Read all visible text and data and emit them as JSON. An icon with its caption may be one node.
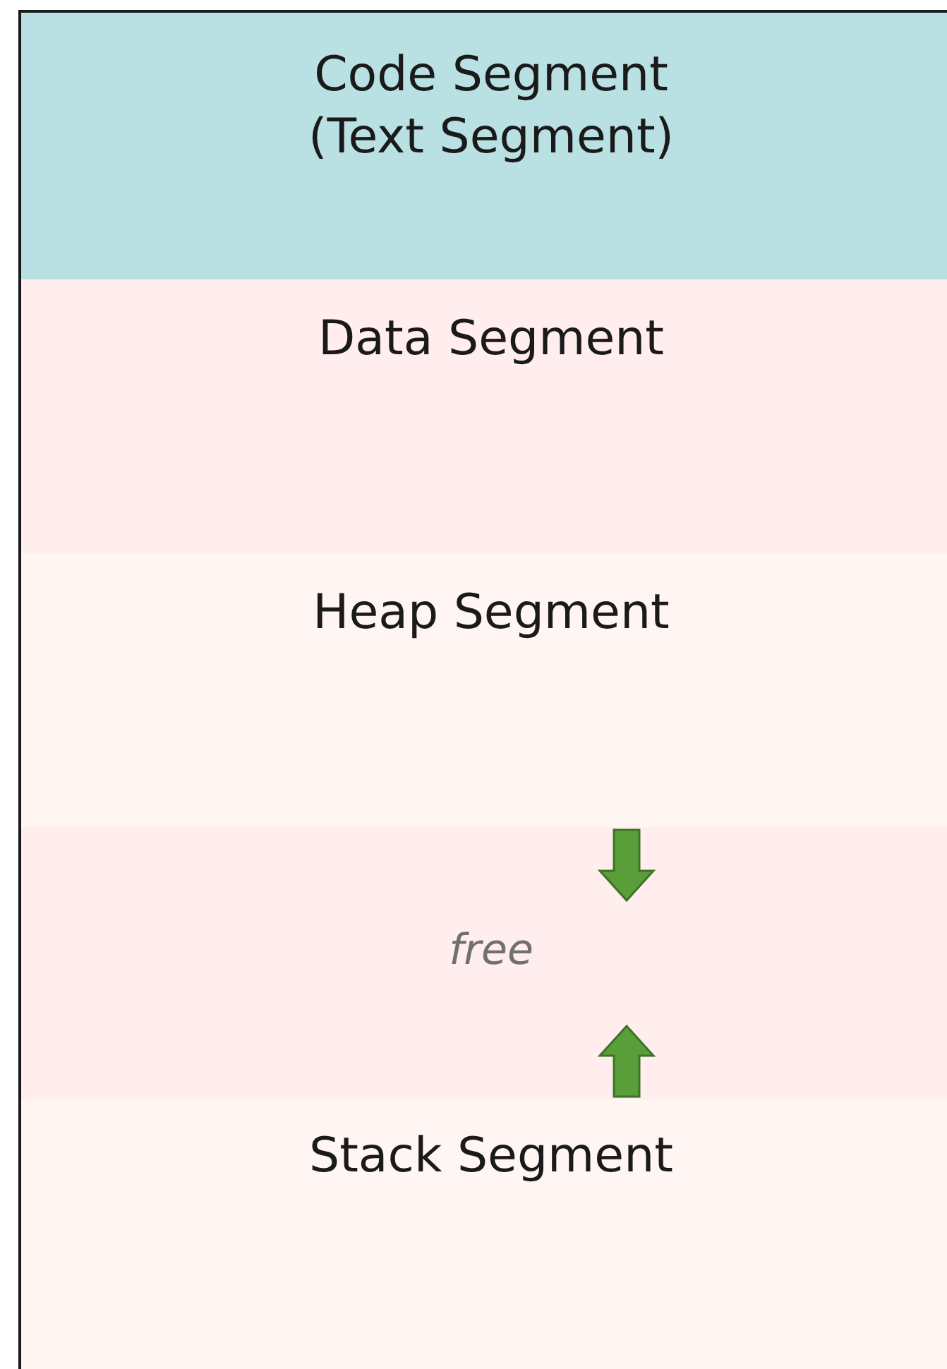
{
  "diagram": {
    "nodes": [
      {
        "text": [
          "Code Segment (Text Segment)"
        ]
      },
      {
        "text": [
          "Data Segment"
        ]
      },
      {
        "text": [
          "Heap Segment"
        ]
      },
      {
        "text": [
          "free"
        ]
      },
      {
        "text": [
          "Stack Segment"
        ]
      }
    ]
  }
}
